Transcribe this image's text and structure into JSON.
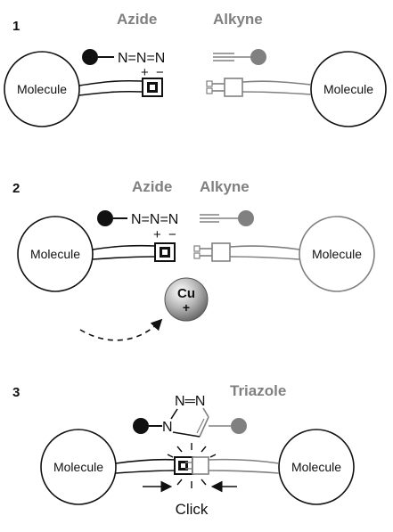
{
  "colors": {
    "black": "#111111",
    "gray": "#808080"
  },
  "step1": {
    "number": "1",
    "azide_label": "Azide",
    "alkyne_label": "Alkyne",
    "azide_formula": "N=N=N",
    "plus": "+",
    "minus": "−",
    "molecule_left": "Molecule",
    "molecule_right": "Molecule"
  },
  "step2": {
    "number": "2",
    "azide_label": "Azide",
    "alkyne_label": "Alkyne",
    "azide_formula": "N=N=N",
    "plus": "+",
    "minus": "−",
    "molecule_left": "Molecule",
    "molecule_right": "Molecule",
    "catalyst_symbol": "Cu",
    "catalyst_charge": "+"
  },
  "step3": {
    "number": "3",
    "triazole_label": "Triazole",
    "ring_n_top": "N═N",
    "ring_n_left": "N",
    "molecule_left": "Molecule",
    "molecule_right": "Molecule",
    "click_label": "Click"
  }
}
